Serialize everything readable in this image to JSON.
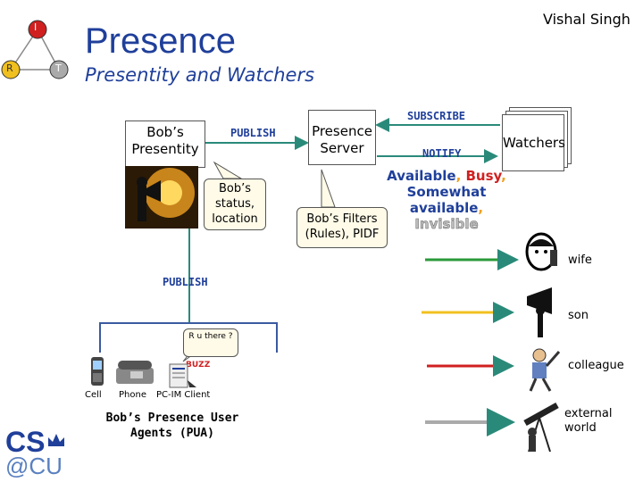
{
  "header": {
    "title": "Presence",
    "subtitle": "Presentity and Watchers",
    "author": "Vishal Singh"
  },
  "logo_irt": {
    "i": "I",
    "r": "R",
    "t": "T"
  },
  "logo_cs": {
    "line1": "CS",
    "line2": "@CU"
  },
  "nodes": {
    "presentity": "Bob’s Presentity",
    "server": "Presence Server",
    "watchers": "Watchers"
  },
  "callouts": {
    "status": "Bob’s status, location",
    "filters": "Bob’s Filters (Rules), PIDF",
    "ru_there": "R u there ?"
  },
  "messages": {
    "publish_top": "PUBLISH",
    "subscribe": "SUBSCRIBE",
    "notify": "NOTIFY",
    "publish_bottom": "PUBLISH",
    "buzz": "BUZZ"
  },
  "status_text": {
    "available": "Available",
    "busy": "Busy",
    "somewhat": "Somewhat available",
    "invisible": "Invisible",
    "sep": ","
  },
  "watchers_list": [
    {
      "label": "wife",
      "color": "#2a9a3a"
    },
    {
      "label": "son",
      "color": "#f0c020"
    },
    {
      "label": "colleague",
      "color": "#d02020"
    },
    {
      "label": "external world",
      "color": "#aaaaaa"
    }
  ],
  "devices": {
    "cell": "Cell",
    "phone": "Phone",
    "pc": "PC-IM Client",
    "pua_label": "Bob’s Presence User Agents (PUA)"
  },
  "colors": {
    "title": "#1f3f9a",
    "connector": "#2a8a7a",
    "logo_i": "#d02020",
    "logo_r": "#f0c020",
    "logo_t": "#999999"
  }
}
